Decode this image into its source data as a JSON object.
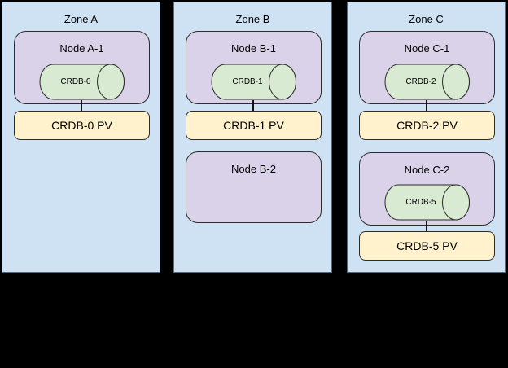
{
  "colors": {
    "background": "#000000",
    "zone_fill": "#cfe2f3",
    "zone_border": "#56687a",
    "node_fill": "#d9d2e9",
    "cylinder_fill": "#d9ead3",
    "pv_fill": "#fff2cc",
    "shape_border": "#2b2b2b",
    "connector": "#111111"
  },
  "zones": [
    {
      "label": "Zone A",
      "nodes": [
        {
          "label": "Node A-1",
          "pod": "CRDB-0",
          "pv": "CRDB-0 PV"
        }
      ]
    },
    {
      "label": "Zone B",
      "nodes": [
        {
          "label": "Node B-1",
          "pod": "CRDB-1",
          "pv": "CRDB-1 PV"
        },
        {
          "label": "Node B-2"
        }
      ]
    },
    {
      "label": "Zone C",
      "nodes": [
        {
          "label": "Node C-1",
          "pod": "CRDB-2",
          "pv": "CRDB-2 PV"
        },
        {
          "label": "Node C-2",
          "pod": "CRDB-5",
          "pv": "CRDB-5 PV"
        }
      ]
    }
  ]
}
